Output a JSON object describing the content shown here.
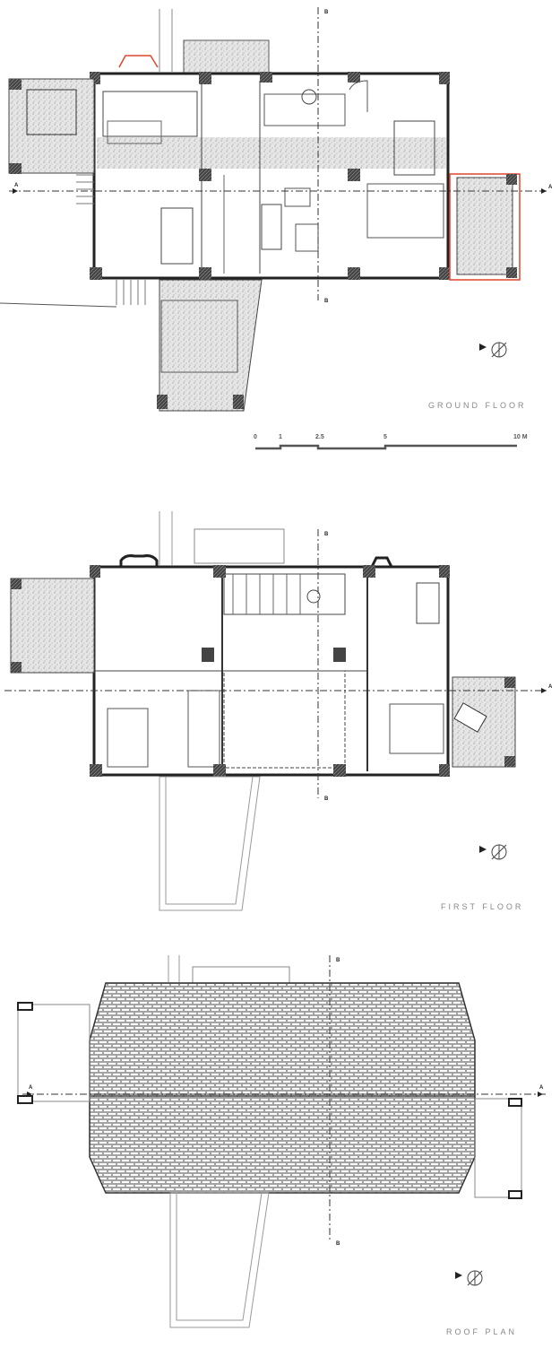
{
  "plans": [
    {
      "title": "GROUND FLOOR"
    },
    {
      "title": "FIRST FLOOR"
    },
    {
      "title": "ROOF PLAN"
    }
  ],
  "scale_bar": {
    "ticks": [
      "0",
      "1",
      "2.5",
      "5",
      "10 M"
    ]
  },
  "section_markers": {
    "a": "A",
    "b": "B"
  },
  "colors": {
    "highlight": "#e0452c",
    "wall": "#333333",
    "label": "#888888"
  }
}
